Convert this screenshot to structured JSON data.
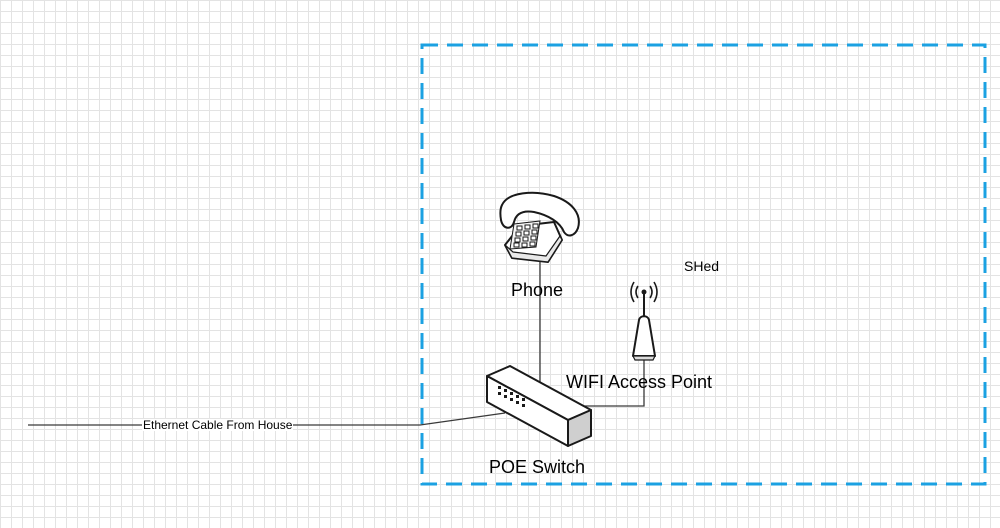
{
  "diagram": {
    "boundary": {
      "label": "SHed",
      "stroke_color": "#1ba1e2"
    },
    "nodes": {
      "phone": {
        "label": "Phone",
        "icon": "telephone-icon"
      },
      "wifi": {
        "label": "WIFI Access Point",
        "icon": "wireless-access-point-icon"
      },
      "switch": {
        "label": "POE Switch",
        "icon": "network-switch-icon"
      }
    },
    "edges": {
      "house_cable": {
        "label": "Ethernet Cable From House"
      },
      "switch_phone": {
        "label": ""
      },
      "switch_wifi": {
        "label": ""
      }
    }
  }
}
